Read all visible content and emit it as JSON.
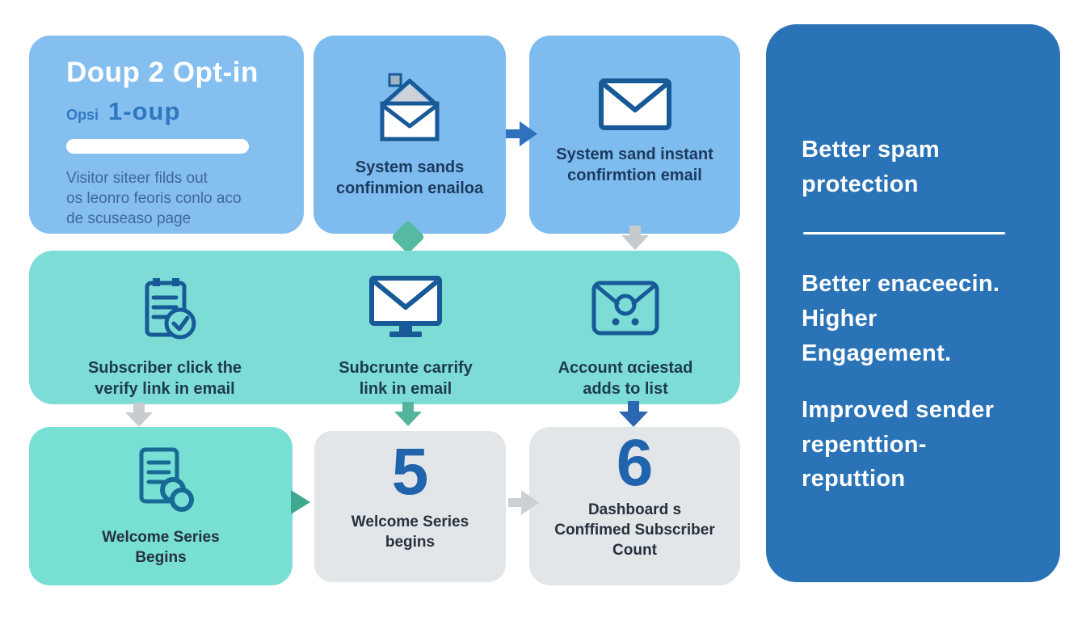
{
  "colors": {
    "card_blue": "#7ebbee",
    "card_blue_light": "#84bff0",
    "band_teal": "#7edcd7",
    "bottom_teal": "#78dfd5",
    "card_gray": "#e3e6e9",
    "sidebar_blue": "#2a73b7",
    "icon_stroke_blue": "#175a97",
    "number_blue": "#2164ae",
    "arrow_blue": "#2e72bd",
    "arrow_teal": "#55b49c",
    "arrow_teal_dark": "#3fa78e",
    "arrow_gray": "#c9cdd1",
    "caption_navy": "#1c3a5e",
    "white": "#ffffff"
  },
  "icons": [
    "open-envelope-icon",
    "closed-envelope-icon",
    "clipboard-check-icon",
    "monitor-envelope-icon",
    "envelope-contact-icon",
    "document-link-icon"
  ],
  "cards": {
    "step1": {
      "title": "Doup 2 Opt-in",
      "subtitle_small": "Opsi",
      "subtitle_big": "1-oup",
      "body": "Visitor siteer filds out\nos leonro feoris conlo aco\nde scuseaso page"
    },
    "step2": {
      "caption": "System sands\nconfinmion enailoa"
    },
    "step3": {
      "caption": "System sand instant\nconfirmtion email"
    },
    "band": {
      "items": [
        {
          "caption": "Subscriber click the\nverify link in email"
        },
        {
          "caption": "Subcrunte  carrify\nlink in email"
        },
        {
          "caption": "Account αciestad\nadds to list"
        }
      ]
    },
    "bottom1": {
      "caption": "Welcome Series\nBegins"
    },
    "bottom2": {
      "number": "5",
      "caption": "Welcome Series\nbegins"
    },
    "bottom3": {
      "number": "6",
      "caption": "Dashboard s\nConffimed Subscriber\nCount"
    }
  },
  "sidebar": {
    "benefit1": "Better spam\nprotection",
    "benefit2": "Better enaceecin.\nHigher\nEngagement.",
    "benefit3": "Improved sender\nrepenttion-\nreputtion"
  }
}
